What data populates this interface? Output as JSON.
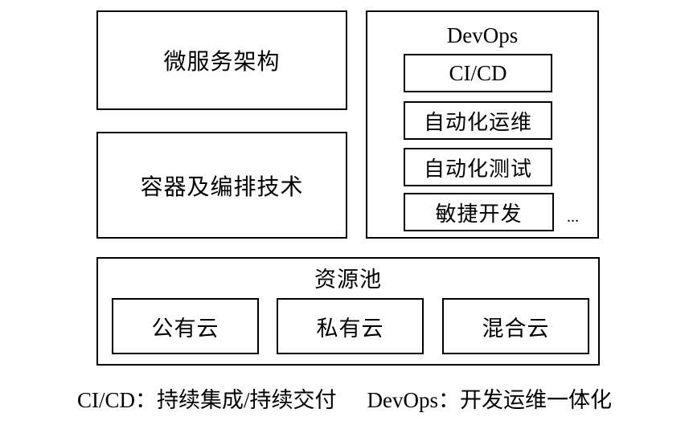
{
  "left_column": {
    "microservices": "微服务架构",
    "containers": "容器及编排技术"
  },
  "devops": {
    "title": "DevOps",
    "items": [
      "CI/CD",
      "自动化运维",
      "自动化测试",
      "敏捷开发"
    ],
    "ellipsis": "..."
  },
  "resource_pool": {
    "title": "资源池",
    "clouds": [
      "公有云",
      "私有云",
      "混合云"
    ]
  },
  "legend": {
    "cicd": "CI/CD：持续集成/持续交付",
    "devops": "DevOps：开发运维一体化"
  }
}
